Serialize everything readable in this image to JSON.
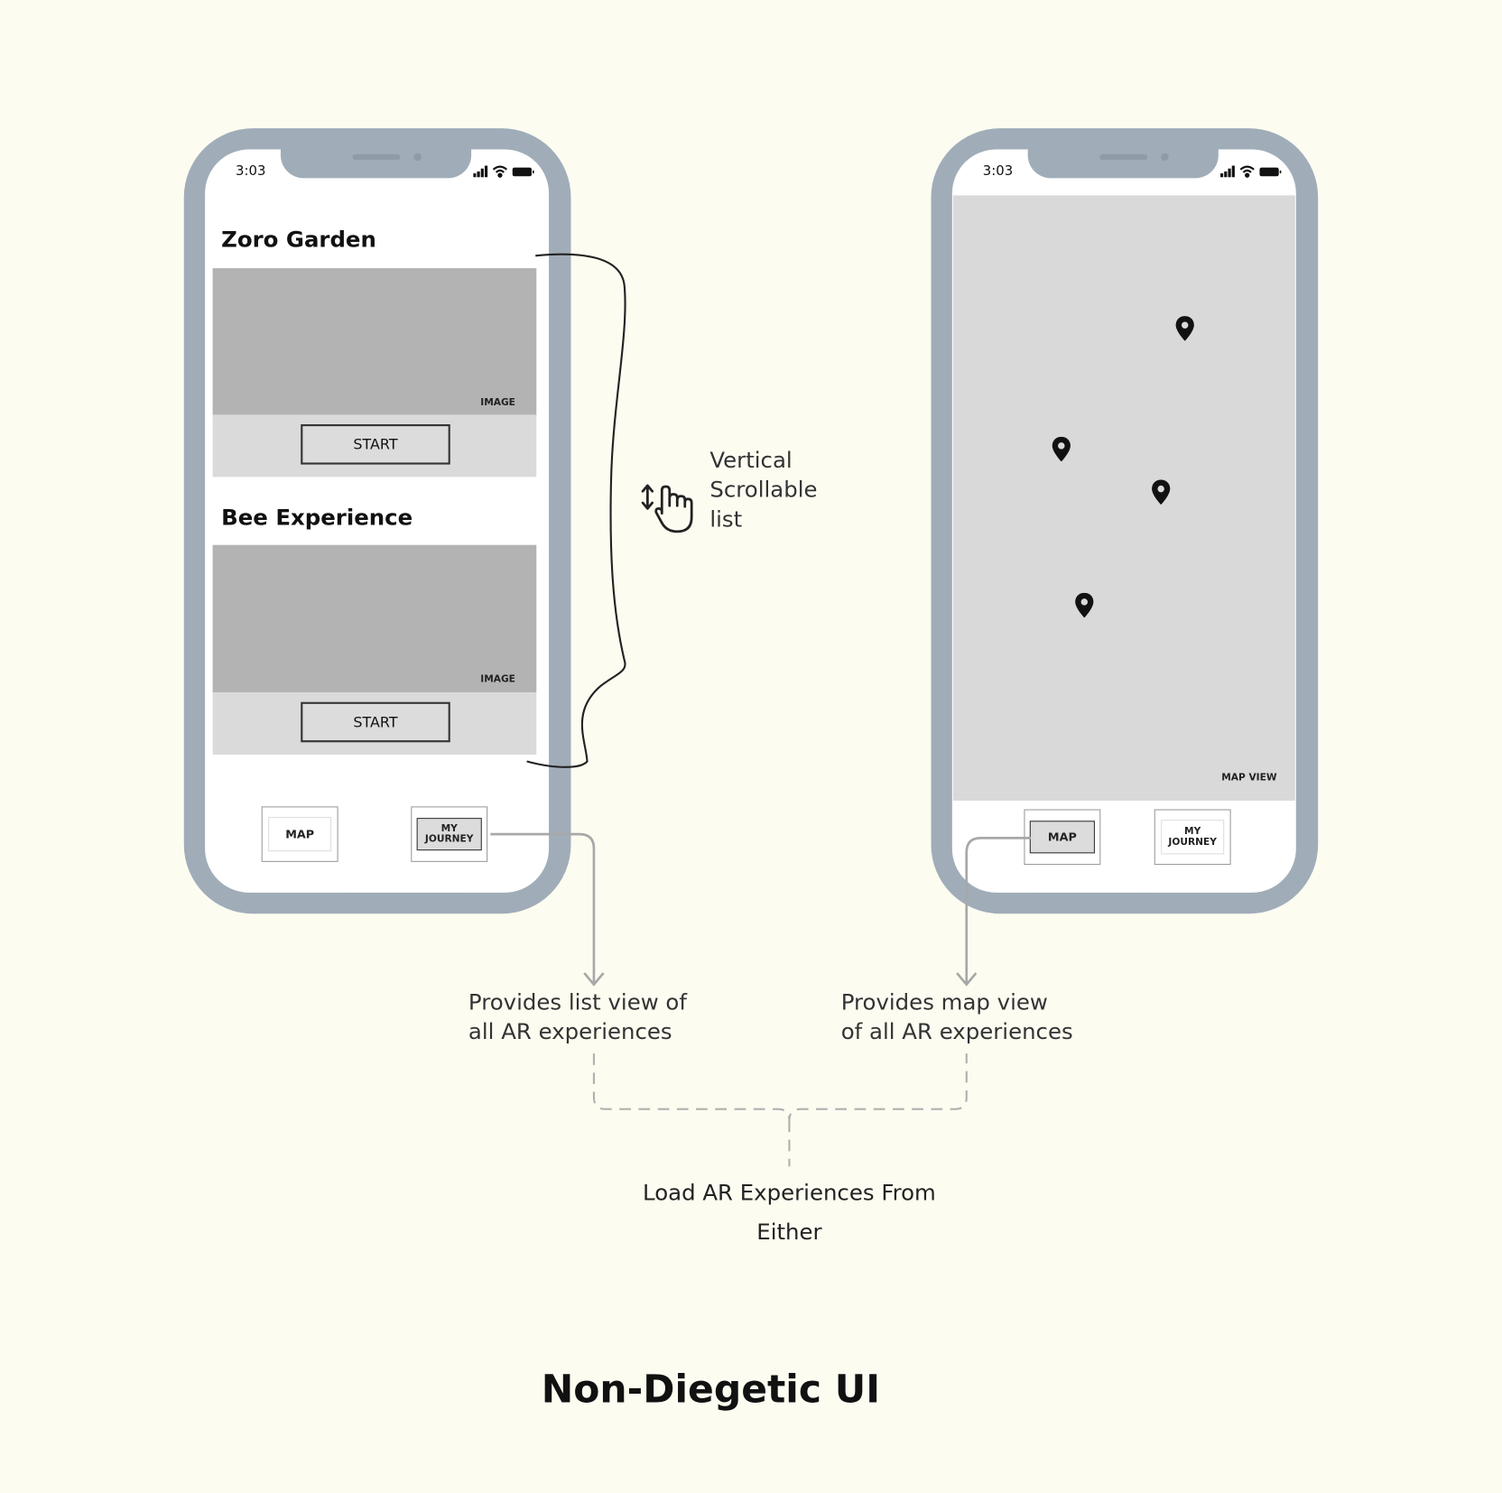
{
  "colors": {
    "background": "#fdfcf1",
    "phone_frame": "#a0adb9",
    "image_placeholder": "#b3b3b3",
    "card_band": "#dadada",
    "map": "#d9d9d9",
    "annotation_line": "#a8a8a8"
  },
  "list_phone": {
    "time": "3:03",
    "status_icons": [
      "signal-icon",
      "wifi-icon",
      "battery-icon"
    ],
    "cards": [
      {
        "title": "Zoro Garden",
        "image_label": "IMAGE",
        "button": "START"
      },
      {
        "title": "Bee Experience",
        "image_label": "IMAGE",
        "button": "START"
      }
    ],
    "nav": {
      "map": "MAP",
      "journey_line1": "MY",
      "journey_line2": "JOURNEY",
      "active": "journey"
    }
  },
  "map_phone": {
    "time": "3:03",
    "status_icons": [
      "signal-icon",
      "wifi-icon",
      "battery-icon"
    ],
    "map_label": "MAP VIEW",
    "pin_count": 4,
    "nav": {
      "map": "MAP",
      "journey_line1": "MY",
      "journey_line2": "JOURNEY",
      "active": "map"
    }
  },
  "annotations": {
    "scroll_line1": "Vertical",
    "scroll_line2": "Scrollable",
    "scroll_line3": "list",
    "list_note_line1": "Provides list view of",
    "list_note_line2": "all AR experiences",
    "map_note_line1": "Provides map view",
    "map_note_line2": "of all AR experiences",
    "load_line1": "Load AR Experiences From",
    "load_line2": "Either"
  },
  "title": "Non-Diegetic UI"
}
